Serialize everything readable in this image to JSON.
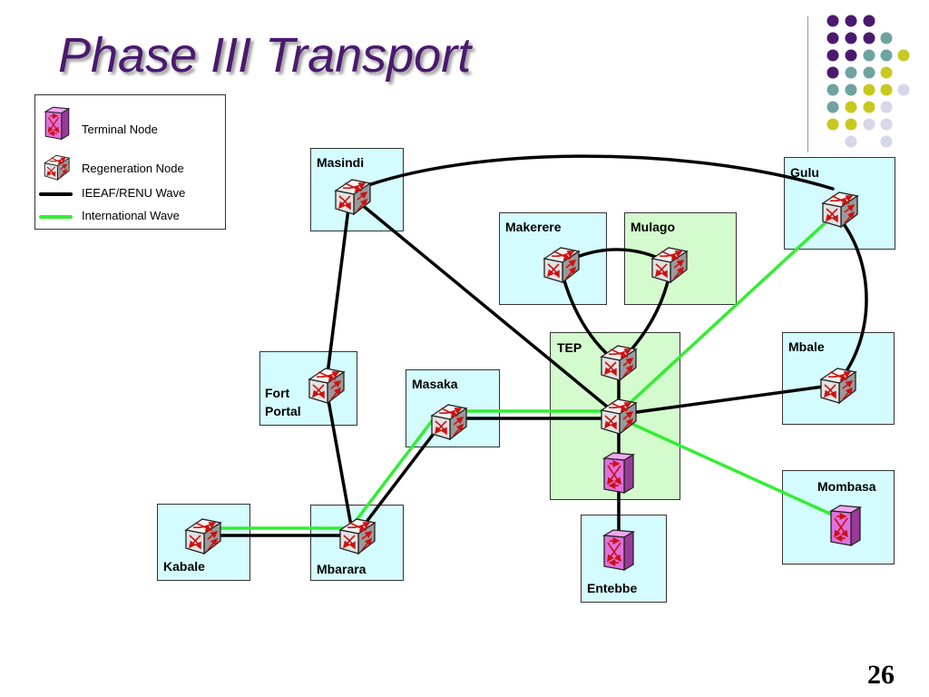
{
  "title": "Phase III Transport",
  "page_number": "26",
  "legend": {
    "terminal_node": "Terminal Node",
    "regeneration_node": "Regeneration Node",
    "ieeaf_renu_wave": "IEEAF/RENU Wave",
    "international_wave": "International Wave"
  },
  "sites": {
    "masindi": "Masindi",
    "gulu": "Gulu",
    "makerere": "Makerere",
    "mulago": "Mulago",
    "tep": "TEP",
    "mbale": "Mbale",
    "fort_portal_line1": "Fort",
    "fort_portal_line2": "Portal",
    "masaka": "Masaka",
    "mombasa": "Mombasa",
    "kabale": "Kabale",
    "mbarara": "Mbarara",
    "entebbe": "Entebbe"
  },
  "colors": {
    "title": "#4a1a6e",
    "ieeaf_wave": "#000000",
    "international_wave": "#33ee33",
    "site_cyan": "#d4fbfd",
    "site_green": "#d3fbcd",
    "terminal_node": "#e070e0",
    "regeneration_node": "#dcdcdc",
    "dot_purple": "#4b1a6e",
    "dot_teal": "#6fa3a0",
    "dot_yellow": "#c8c820",
    "dot_lavender": "#d8d6ea"
  },
  "icons": {
    "regeneration": "regeneration-node-icon",
    "terminal": "terminal-node-icon"
  }
}
